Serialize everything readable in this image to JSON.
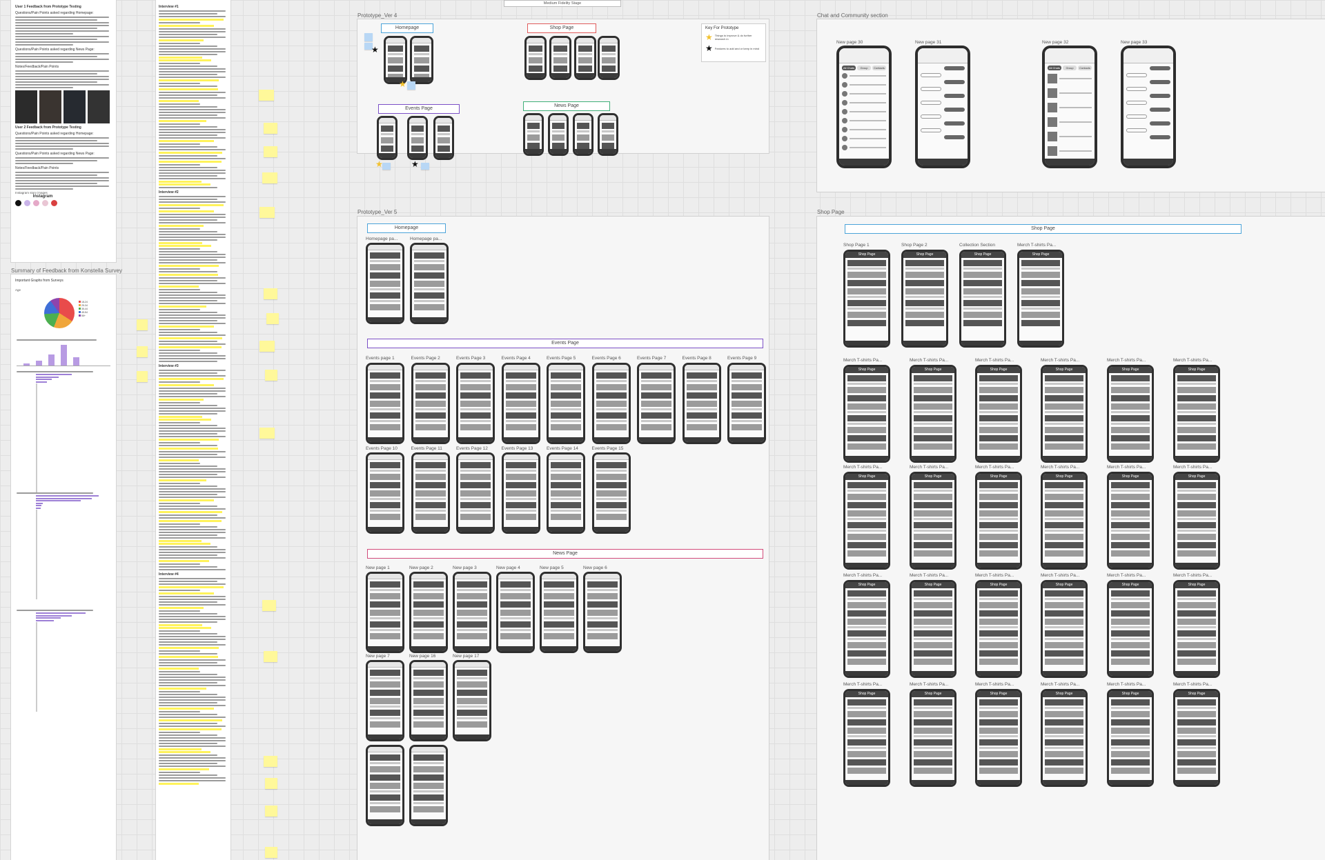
{
  "colors": {
    "canvas": "#ededed",
    "events_banner": "#7b4fc6",
    "news_banner": "#d14a7a",
    "homepage_banner": "#4aa3d9",
    "shop_banner": "#4aa3d9",
    "v4_shop_banner": "#e05a5a",
    "v4_events_banner": "#7b4fc6",
    "v4_news_banner": "#3fae78",
    "highlight": "#fff35a",
    "sticky": "#fff89a"
  },
  "stage_tab": "Medium Fidelity Stage",
  "feedback": {
    "user1_title": "User 1 Feedback from Prototype Testing",
    "user1_homepage_head": "Questions/Pain Points asked regarding Homepage:",
    "user1_news_head": "Questions/Pain Points asked regarding News Page:",
    "user1_notes_head": "Notes/Feedback/Pain Points",
    "user2_title": "User 2 Feedback from Prototype Testing",
    "user2_homepage_head": "Questions/Pain Points asked regarding Homepage:",
    "user2_news_head": "Questions/Pain Points asked regarding News Page:",
    "user2_notes_head": "Notes/Feedback/Pain Points",
    "instagram_caption": "Instagram story images",
    "instagram_label": "Instagram"
  },
  "survey": {
    "title": "Summary of Feedback from Konstella Survey",
    "subtitle": "Important Graphs from Surveys",
    "pie_title": "Age",
    "pie_legend": [
      "18-24",
      "25-34",
      "35-44",
      "45-54",
      "55+"
    ],
    "pie_colors": [
      "#e94b4b",
      "#f0a63a",
      "#4caf50",
      "#3f6fd8",
      "#8e44ad"
    ],
    "pie_shares": [
      0.34,
      0.22,
      0.18,
      0.16,
      0.1
    ]
  },
  "interviews": {
    "i1": "Interview #1",
    "i2": "Interview #2",
    "i3": "Interview #3",
    "i4": "Interview #4"
  },
  "prototype_v4": {
    "title": "Prototype_Ver 4",
    "homepage": "Homepage",
    "shop_page": "Shop Page",
    "events_page": "Events Page",
    "news_page": "News Page",
    "key_title": "Key For Prototype",
    "key_yellow": "Things to improve & do further research in",
    "key_black": "Features to add and or keep in mind"
  },
  "prototype_v5": {
    "title": "Prototype_Ver 5",
    "homepage_banner": "Homepage",
    "events_banner": "Events Page",
    "news_banner": "News Page",
    "homepage_labels": [
      "Homepage pa...",
      "Homepage pa..."
    ],
    "events_labels": [
      "Events page 1",
      "Events Page 2",
      "Events Page 3",
      "Events Page 4",
      "Events Page 5",
      "Events Page 6",
      "Events Page 7",
      "Events Page 8",
      "Events Page 9",
      "Events Page 10",
      "Events Page 11",
      "Events Page 12",
      "Events Page 13",
      "Events Page 14",
      "Events Page 15"
    ],
    "news_labels": [
      "New page 1",
      "New page 2",
      "New page 3",
      "New page 4",
      "New page 5",
      "New page 6",
      "New page 7",
      "New page 16",
      "New page 17"
    ]
  },
  "chat": {
    "title": "Chat and Community section",
    "labels": [
      "New page 30",
      "New page 31",
      "New page 32",
      "New page 33"
    ],
    "tabs": [
      "All Chats",
      "Group",
      "Contacts"
    ]
  },
  "shop": {
    "title": "Shop Page",
    "banner": "Shop Page",
    "top_labels": [
      "Shop Page 1",
      "Shop Page  2",
      "Collection Section",
      "Merch T-shirts Pa..."
    ],
    "grid_label": "Merch T-shirts Pa...",
    "screen_header": "Shop Page"
  }
}
